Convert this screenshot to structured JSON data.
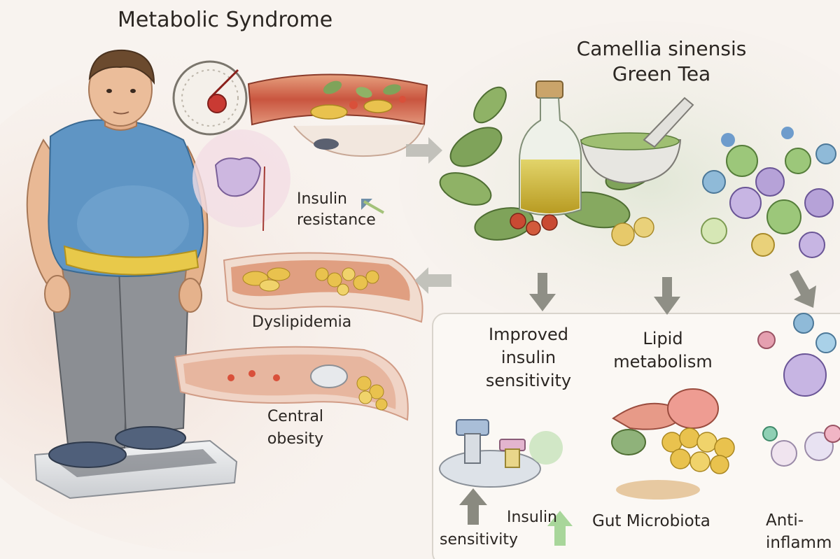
{
  "titles": {
    "left": "Metabolic Syndrome",
    "right_line1": "Camellia sinensis",
    "right_line2": "Green Tea"
  },
  "labels": {
    "insulin_resistance_l1": "Insulin",
    "insulin_resistance_l2": "resistance",
    "dyslipidemia": "Dyslipidemia",
    "central_obesity_l1": "Central",
    "central_obesity_l2": "obesity",
    "improved_l1": "Improved",
    "improved_l2": "insulin",
    "improved_l3": "sensitivity",
    "lipid_l1": "Lipid",
    "lipid_l2": "metabolism",
    "insulin_sens_l1": "Insulin",
    "insulin_sens_l2": "sensitivity",
    "gut": "Gut Microbiota",
    "anti_l1": "Anti-",
    "anti_l2": "inflamm"
  },
  "colors": {
    "shirt": "#5f95c4",
    "pants": "#8b8e93",
    "tape": "#e8c94a",
    "vessel": "#c9553f",
    "fat": "#e9c24e",
    "leaf": "#7fa35a",
    "oil": "#c9b43a",
    "arrow": "#8f8f86",
    "skin": "#e9b995",
    "hair": "#6b4a2e"
  }
}
